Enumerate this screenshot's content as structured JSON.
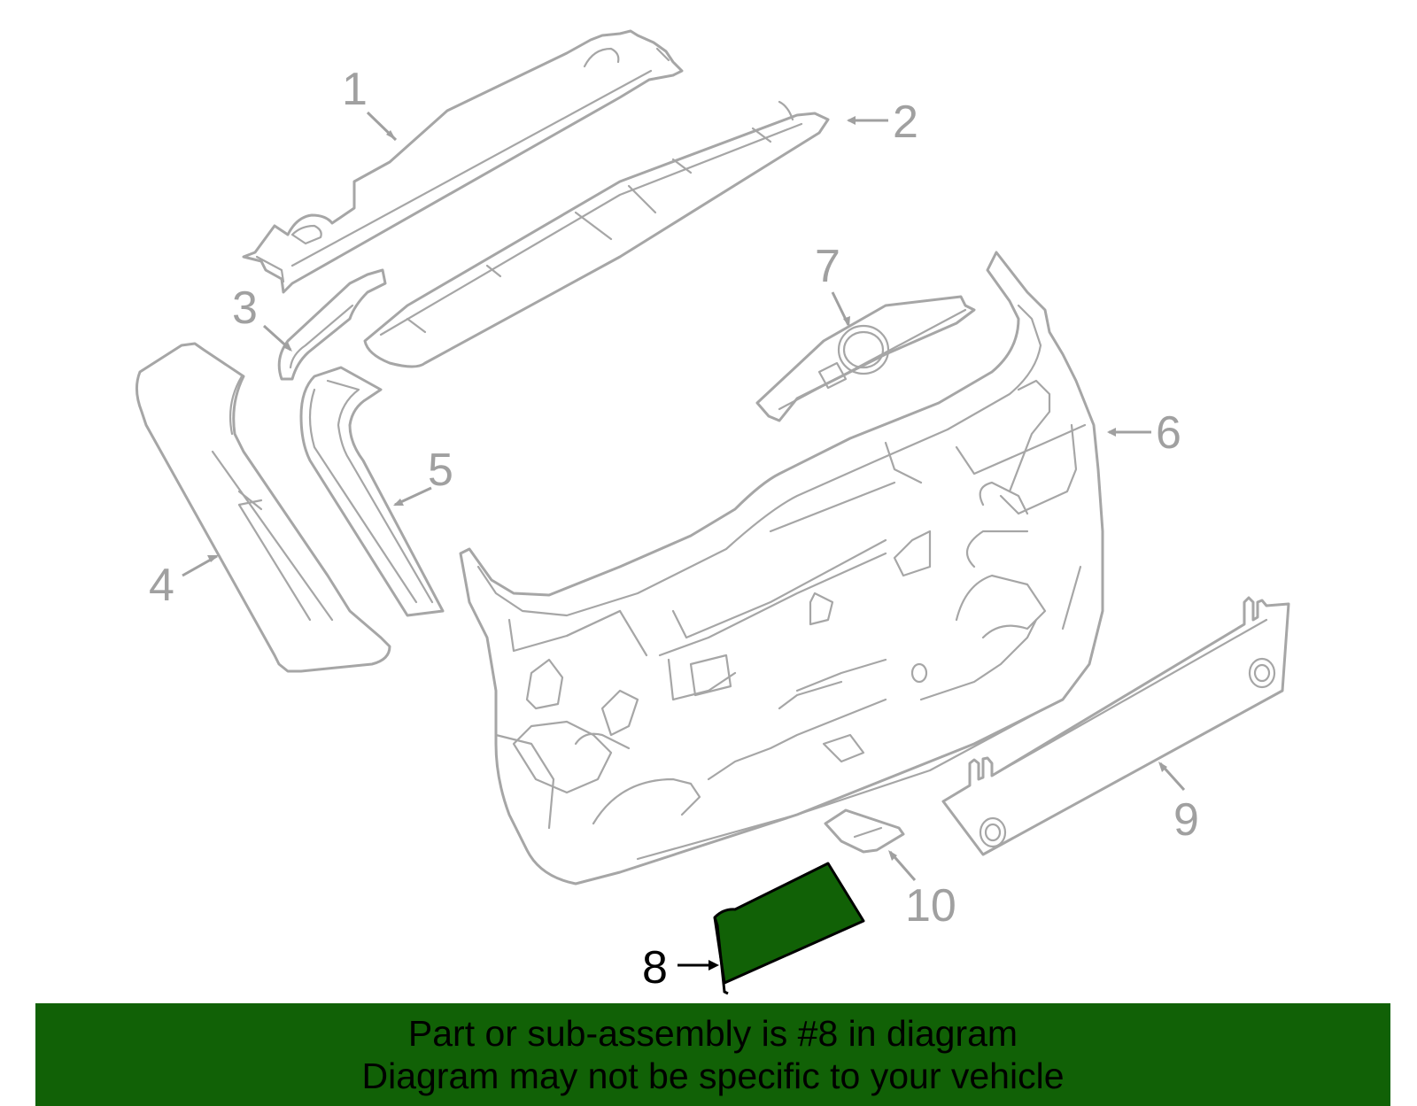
{
  "callouts": [
    {
      "id": "1",
      "label": "1",
      "highlighted": false
    },
    {
      "id": "2",
      "label": "2",
      "highlighted": false
    },
    {
      "id": "3",
      "label": "3",
      "highlighted": false
    },
    {
      "id": "4",
      "label": "4",
      "highlighted": false
    },
    {
      "id": "5",
      "label": "5",
      "highlighted": false
    },
    {
      "id": "6",
      "label": "6",
      "highlighted": false
    },
    {
      "id": "7",
      "label": "7",
      "highlighted": false
    },
    {
      "id": "8",
      "label": "8",
      "highlighted": true
    },
    {
      "id": "9",
      "label": "9",
      "highlighted": false
    },
    {
      "id": "10",
      "label": "10",
      "highlighted": false
    }
  ],
  "banner": {
    "line1": "Part or sub-assembly is #8 in diagram",
    "line2": "Diagram may not be specific to your vehicle"
  },
  "colors": {
    "highlight_fill": "#116106",
    "banner_bg": "#116106",
    "part_outline": "#a6a6a6",
    "highlight_outline": "#000000"
  }
}
